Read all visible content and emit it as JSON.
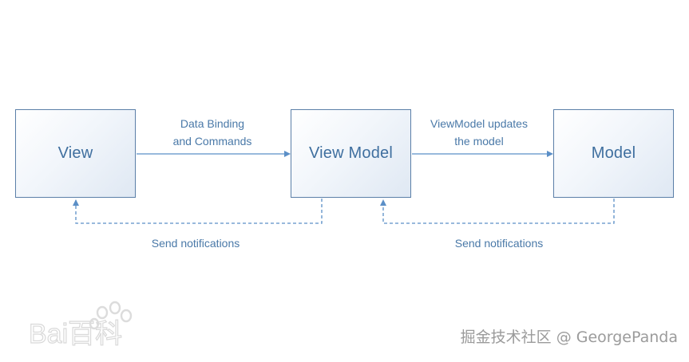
{
  "nodes": {
    "view": "View",
    "view_model": "View Model",
    "model": "Model"
  },
  "edges": {
    "view_to_vm": [
      "Data Binding",
      "and Commands"
    ],
    "vm_to_model": [
      "ViewModel updates",
      "the model"
    ],
    "vm_to_view": "Send notifications",
    "model_to_vm": "Send notifications"
  },
  "watermarks": {
    "baidu": "Bai百科",
    "juejin": "掘金技术社区 @ GeorgePanda"
  },
  "colors": {
    "node_border": "#5b7fa8",
    "node_text": "#3f6f9f",
    "edge": "#5b8fc7",
    "label": "#4a79a8",
    "watermark": "#9b9b9b"
  }
}
